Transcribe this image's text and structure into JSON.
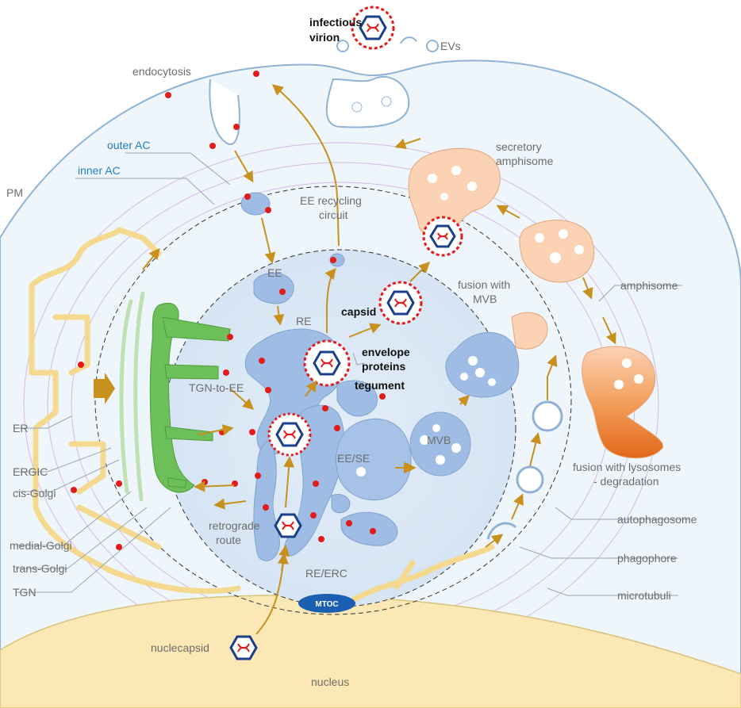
{
  "labels": {
    "infectious_virion": [
      "infectious",
      "virion"
    ],
    "evs": "EVs",
    "endocytosis": "endocytosis",
    "outer_ac": "outer AC",
    "inner_ac": "inner AC",
    "pm": "PM",
    "ee_recycling": [
      "EE recycling",
      "circuit"
    ],
    "secretory_amphisome": [
      "secretory",
      "amphisome"
    ],
    "amphisome": "amphisome",
    "ee": "EE",
    "re": "RE",
    "capsid": "capsid",
    "envelope_proteins": [
      "envelope",
      "proteins"
    ],
    "tegument": "tegument",
    "fusion_mvb": [
      "fusion with",
      "MVB"
    ],
    "tgn_to_ee": "TGN-to-EE",
    "er": "ER",
    "mvb": "MVB",
    "ee_se": "EE/SE",
    "ergic": "ERGIC",
    "cis_golgi": "cis-Golgi",
    "medial_golgi": "medial-Golgi",
    "trans_golgi": "trans-Golgi",
    "tgn": "TGN",
    "retrograde_route": [
      "retrograde",
      "route"
    ],
    "re_erc": "RE/ERC",
    "fusion_lysosomes": [
      "fusion with lysosomes",
      "- degradation"
    ],
    "autophagosome": "autophagosome",
    "phagophore": "phagophore",
    "microtubuli": "microtubuli",
    "mtoc": "MTOC",
    "nuclecapsid": "nuclecapsid",
    "nucleus": "nucleus"
  },
  "colors": {
    "cell_fill": "#eef5fb",
    "membrane": "#8fb3d6",
    "organelle_blue": "#9fbde4",
    "er_fill": "#fbebc7",
    "golgi_green": "#6cbf59",
    "amphisome_orange": "#fbd2b4",
    "lysosome_orange": "#e2671a",
    "nucleus_fill": "#fbe8b4",
    "arrow_gold": "#c8911d",
    "marker_red": "#e21b1b",
    "label_gray": "#6d6d6d",
    "label_blue": "#1f7fc4",
    "mtoc_fill": "#1b5fb3"
  },
  "icons": {
    "virion": "virion-icon",
    "capsid": "capsid-icon",
    "dna": "dna-helix-icon"
  }
}
